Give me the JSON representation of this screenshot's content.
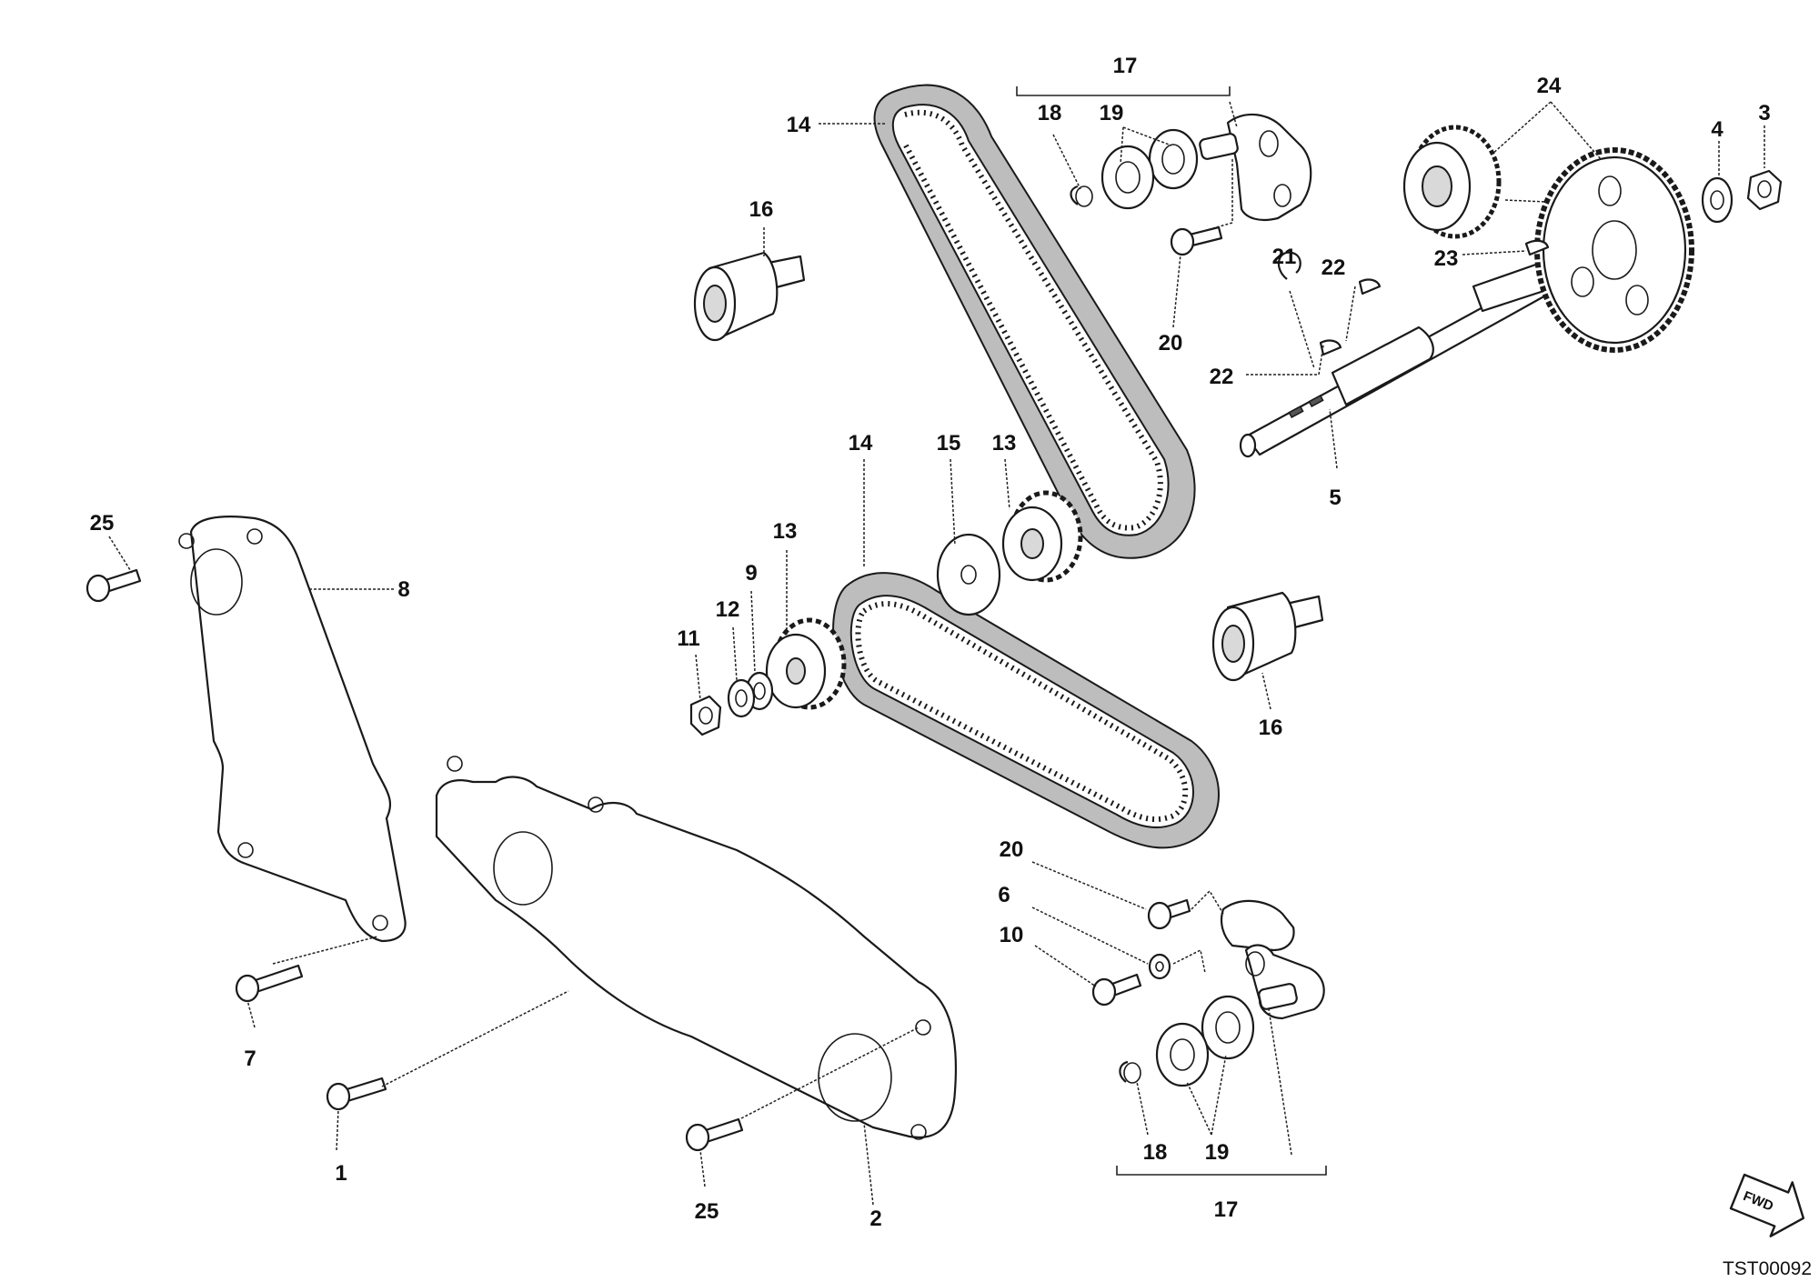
{
  "callouts": [
    {
      "id": "c17-top",
      "text": "17"
    },
    {
      "id": "c18-top",
      "text": "18"
    },
    {
      "id": "c19-top",
      "text": "19"
    },
    {
      "id": "c14-top",
      "text": "14"
    },
    {
      "id": "c16-top",
      "text": "16"
    },
    {
      "id": "c20-top",
      "text": "20"
    },
    {
      "id": "c21",
      "text": "21"
    },
    {
      "id": "c22-a",
      "text": "22"
    },
    {
      "id": "c22-b",
      "text": "22"
    },
    {
      "id": "c23",
      "text": "23"
    },
    {
      "id": "c24",
      "text": "24"
    },
    {
      "id": "c4",
      "text": "4"
    },
    {
      "id": "c3",
      "text": "3"
    },
    {
      "id": "c5",
      "text": "5"
    },
    {
      "id": "c14-mid",
      "text": "14"
    },
    {
      "id": "c15",
      "text": "15"
    },
    {
      "id": "c13-a",
      "text": "13"
    },
    {
      "id": "c13-b",
      "text": "13"
    },
    {
      "id": "c9",
      "text": "9"
    },
    {
      "id": "c12",
      "text": "12"
    },
    {
      "id": "c11",
      "text": "11"
    },
    {
      "id": "c16-bottom",
      "text": "16"
    },
    {
      "id": "c25-top",
      "text": "25"
    },
    {
      "id": "c8",
      "text": "8"
    },
    {
      "id": "c7",
      "text": "7"
    },
    {
      "id": "c1",
      "text": "1"
    },
    {
      "id": "c25-bottom",
      "text": "25"
    },
    {
      "id": "c2",
      "text": "2"
    },
    {
      "id": "c20-bottom",
      "text": "20"
    },
    {
      "id": "c6",
      "text": "6"
    },
    {
      "id": "c10",
      "text": "10"
    },
    {
      "id": "c18-bottom",
      "text": "18"
    },
    {
      "id": "c19-bottom",
      "text": "19"
    },
    {
      "id": "c17-bottom",
      "text": "17"
    }
  ],
  "fwd_label": "FWD",
  "drawing_code": "TST00092"
}
